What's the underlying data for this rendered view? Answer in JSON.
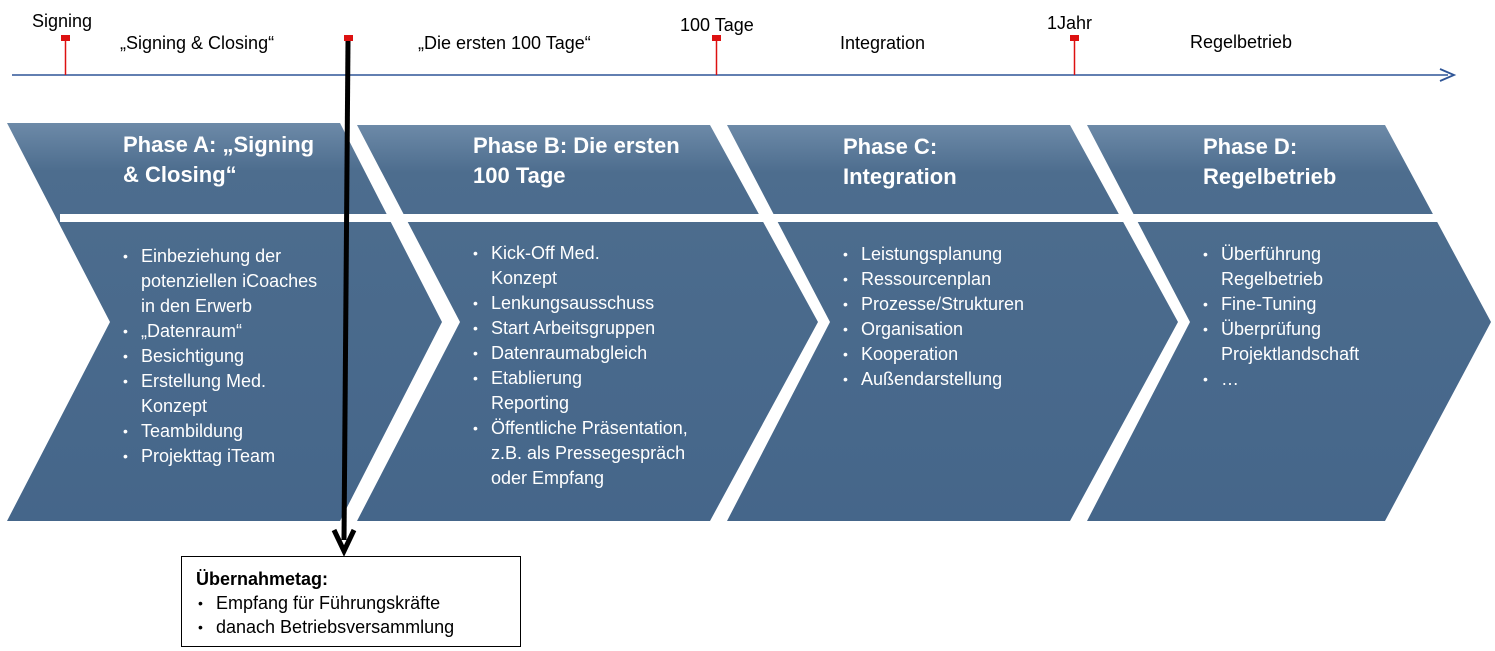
{
  "timeline": {
    "milestones": [
      "Signing",
      "100 Tage",
      "1Jahr"
    ],
    "segments": [
      "„Signing & Closing“",
      "„Die ersten 100 Tage“",
      "Integration",
      "Regelbetrieb"
    ]
  },
  "phases": [
    {
      "title": "Phase A: „Signing & Closing“",
      "items": [
        "Einbeziehung der potenziellen iCoaches in den Erwerb",
        "„Datenraum“",
        "Besichtigung",
        "Erstellung Med. Konzept",
        "Teambildung",
        "Projekttag iTeam"
      ]
    },
    {
      "title": "Phase B: Die ersten 100 Tage",
      "items": [
        "Kick-Off Med. Konzept",
        "Lenkungsausschuss",
        "Start Arbeitsgruppen",
        "Datenraumabgleich",
        "Etablierung Reporting",
        "Öffentliche Präsentation, z.B. als Pressegespräch oder Empfang"
      ]
    },
    {
      "title": "Phase C: Integration",
      "items": [
        "Leistungsplanung",
        "Ressourcenplan",
        "Prozesse/Strukturen",
        "Organisation",
        "Kooperation",
        "Außendarstellung"
      ]
    },
    {
      "title": "Phase D: Regelbetrieb",
      "items": [
        "Überführung Regelbetrieb",
        "Fine-Tuning",
        "Überprüfung Projektlandschaft",
        "…"
      ]
    }
  ],
  "callout": {
    "title": "Übernahmetag:",
    "items": [
      "Empfang für Führungskräfte",
      "danach Betriebsversammlung"
    ]
  },
  "colors": {
    "chevron": "#4a6a8b",
    "timeline": "#2f5597",
    "tick": "#dd1111"
  }
}
